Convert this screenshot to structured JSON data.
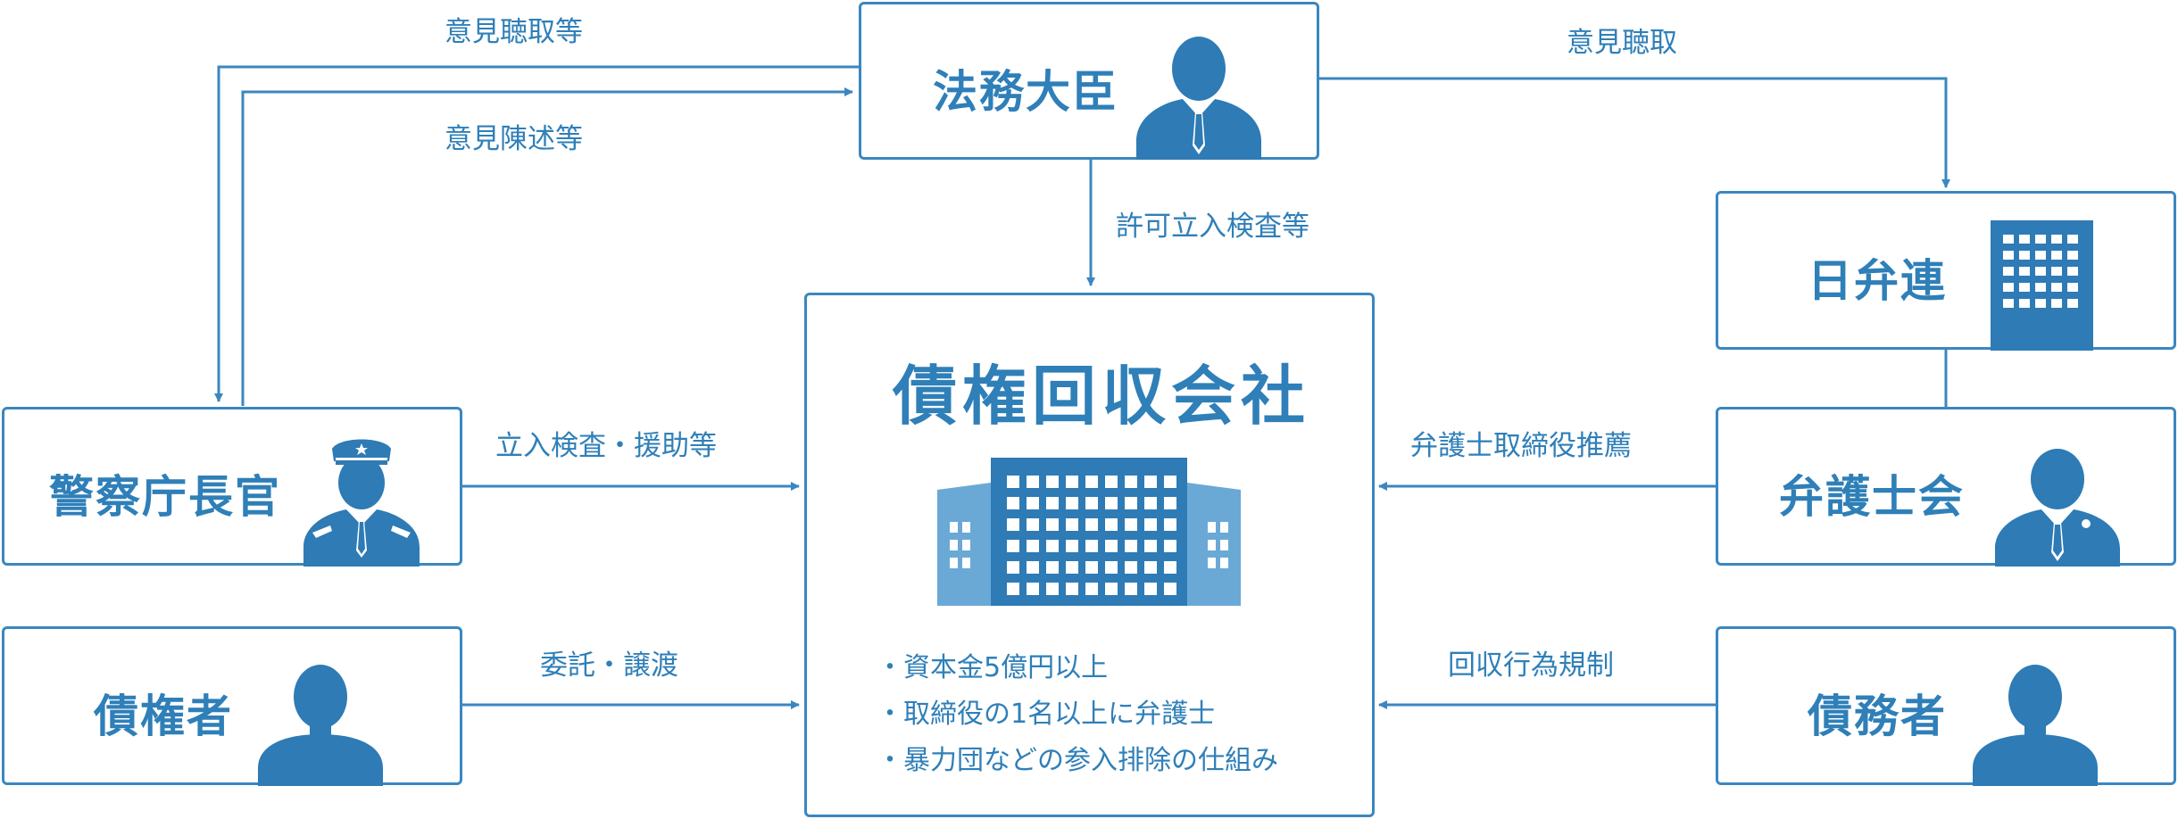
{
  "nodes": {
    "minister": "法務大臣",
    "nichibenren": "日弁連",
    "police": "警察庁長官",
    "bar_association": "弁護士会",
    "creditor": "債権者",
    "debtor": "債務者",
    "company": "債権回収会社"
  },
  "company_requirements": [
    "・資本金5億円以上",
    "・取締役の1名以上に弁護士",
    "・暴力団などの参入排除の仕組み"
  ],
  "edges": {
    "police_to_minister": "意見陳述等",
    "minister_to_police": "意見聴取等",
    "minister_to_nichibenren": "意見聴取",
    "minister_to_company": "許可立入検査等",
    "police_to_company": "立入検査・援助等",
    "bar_to_company": "弁護士取締役推薦",
    "creditor_to_company": "委託・譲渡",
    "debtor_to_company": "回収行為規制"
  },
  "colors": {
    "primary": "#3a87c0",
    "text": "#2f7fb8",
    "icon": "#2e7bb5",
    "icon_light": "#6aa9d6"
  },
  "icons": {
    "minister": "businessman-icon",
    "police": "police-officer-icon",
    "bar_association": "lawyer-icon",
    "creditor": "person-icon",
    "debtor": "person-icon",
    "nichibenren": "office-building-icon",
    "company": "company-building-icon"
  }
}
